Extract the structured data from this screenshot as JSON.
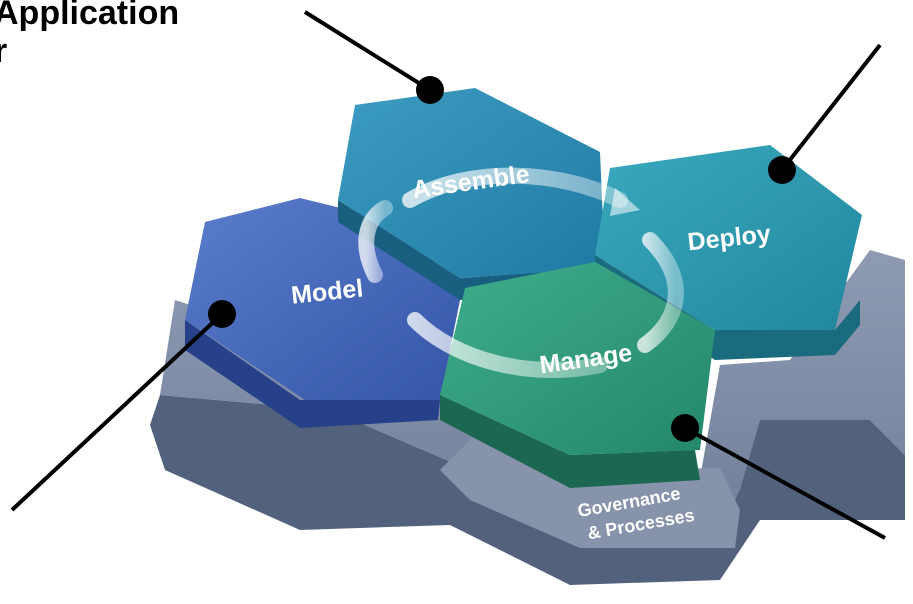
{
  "title": {
    "line1": "Application",
    "line2": "r"
  },
  "hexagons": {
    "assemble": "Assemble",
    "deploy": "Deploy",
    "model": "Model",
    "manage": "Manage"
  },
  "base_label": {
    "line1": "Governance",
    "line2": "& Processes"
  },
  "colors": {
    "assemble": "#2a86ad",
    "deploy": "#2c97ac",
    "model": "#3f63b5",
    "manage": "#2e9a7a",
    "base": "#7d8aa3",
    "callout": "#000000"
  }
}
